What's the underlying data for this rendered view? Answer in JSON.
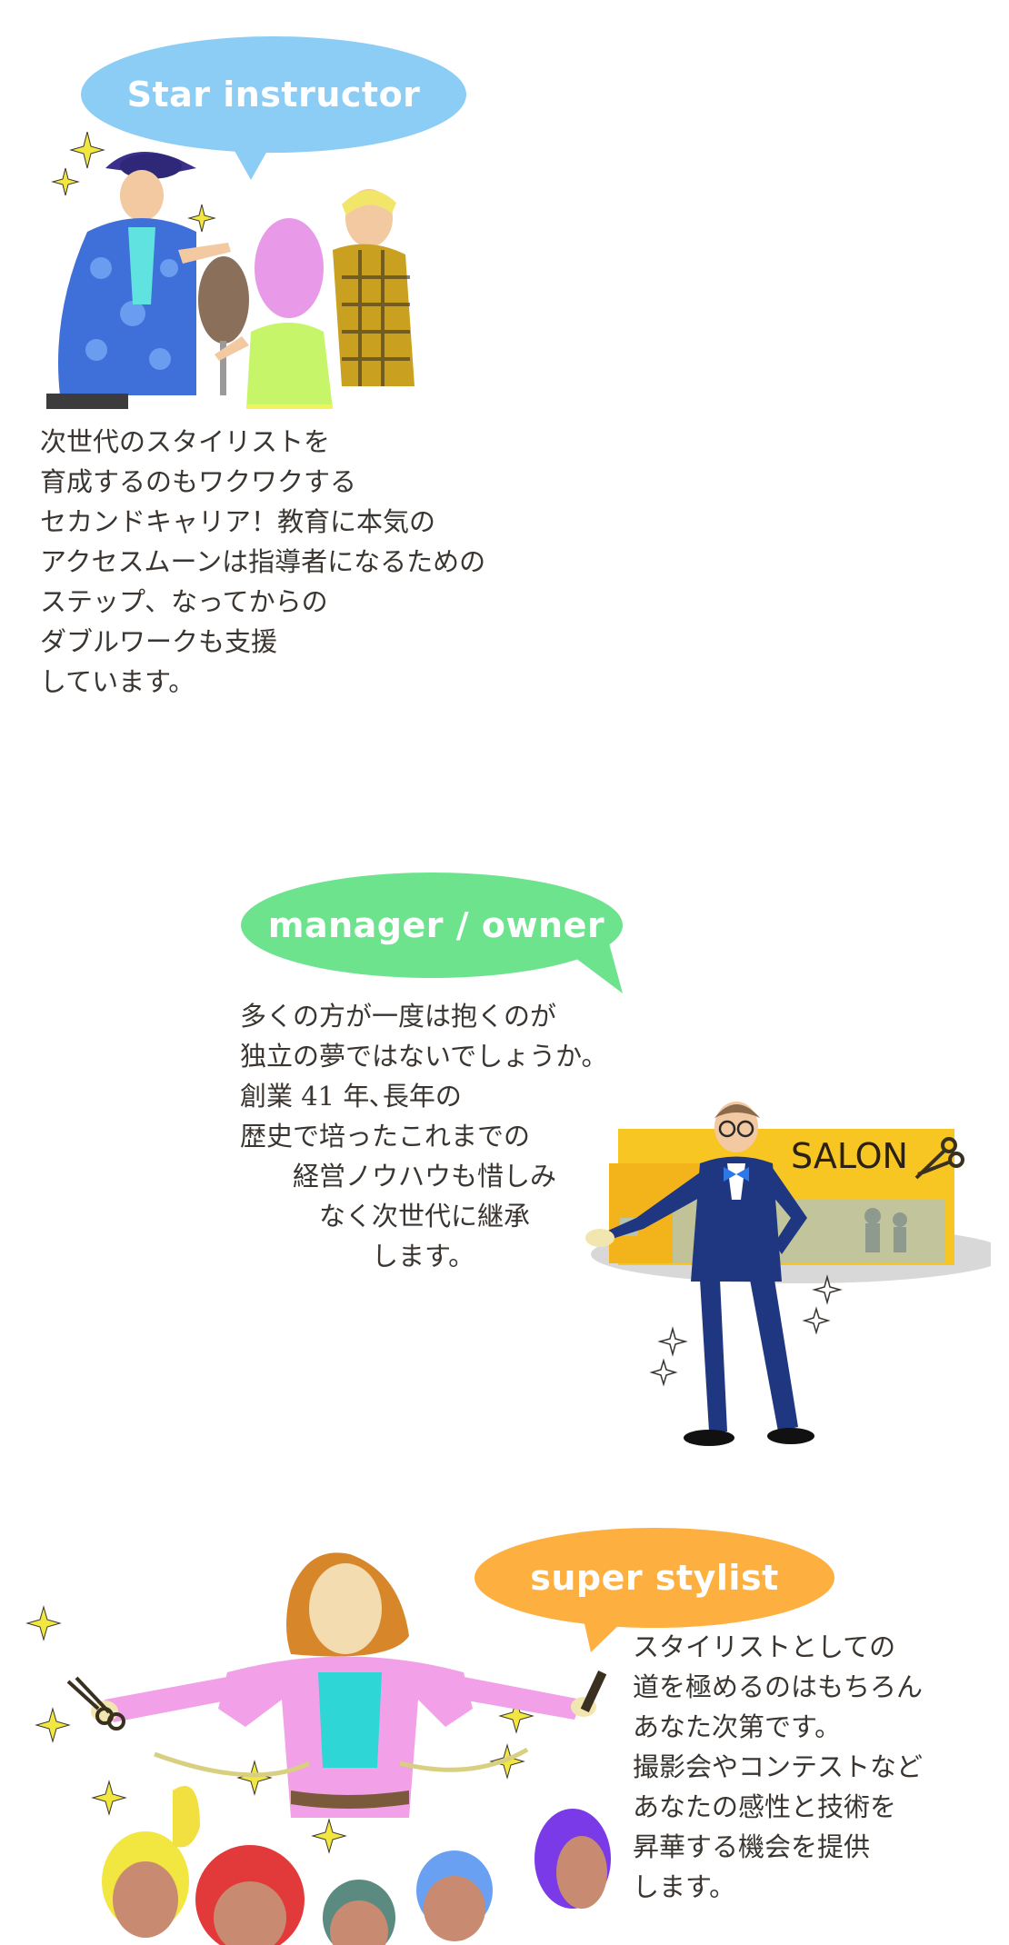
{
  "sections": [
    {
      "id": "star-instructor",
      "bubble_label": "Star instructor",
      "bubble_color": "#8ccdf5",
      "text_lines": [
        "次世代のスタイリストを",
        "育成するのもワクワクする",
        "セカンドキャリア！教育に本気の",
        "アクセスムーンは指導者になるための",
        "ステップ、なってからの",
        "ダブルワークも支援",
        "しています。"
      ]
    },
    {
      "id": "manager-owner",
      "bubble_label": "manager / owner",
      "bubble_color": "#6de38e",
      "sign_label": "SALON",
      "text_lines": [
        "多くの方が一度は抱くのが",
        "独立の夢ではないでしょうか。",
        "創業 41 年､長年の",
        "歴史で培ったこれまでの",
        "　　経営ノウハウも惜しみ",
        "　　　なく次世代に継承",
        "　　　　　します。"
      ]
    },
    {
      "id": "super-stylist",
      "bubble_label": "super stylist",
      "bubble_color": "#fdb040",
      "text_lines": [
        "スタイリストとしての",
        "道を極めるのはもちろん",
        "あなた次第です。",
        "撮影会やコンテストなど",
        "あなたの感性と技術を",
        "昇華する機会を提供",
        "します。"
      ]
    }
  ],
  "colors": {
    "text": "#3a3530",
    "sparkle": "#f2e640"
  }
}
